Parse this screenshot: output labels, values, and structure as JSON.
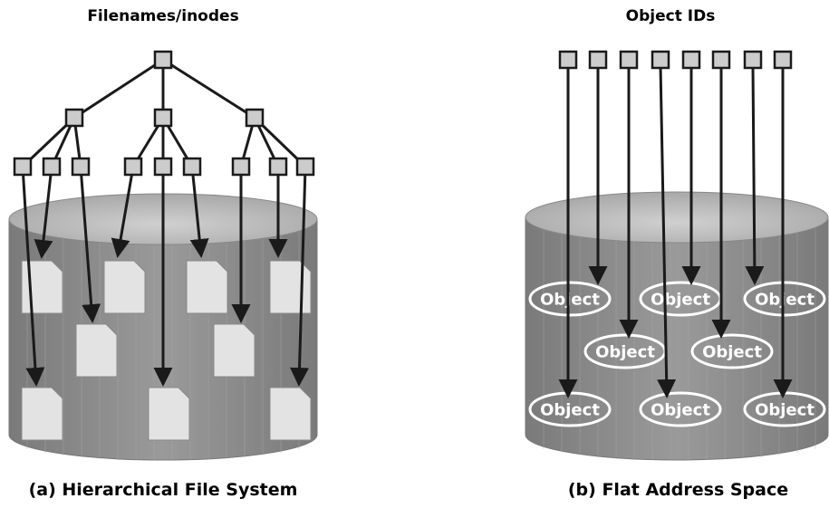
{
  "headings": {
    "left": "Filenames/inodes",
    "right": "Object IDs"
  },
  "captions": {
    "left": "(a) Hierarchical File System",
    "right": "(b) Flat Address Space"
  },
  "object_label": "Object",
  "colors": {
    "node_fill": "#cccccc",
    "cylinder_body": "#8a8a8a",
    "cylinder_top": "#b5b5b5",
    "document_fill": "#e3e3e3",
    "arrow": "#1a1a1a"
  }
}
